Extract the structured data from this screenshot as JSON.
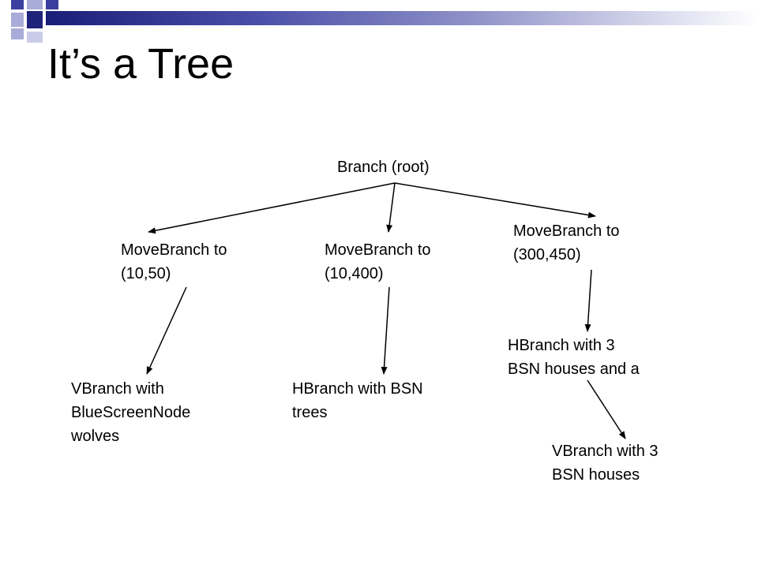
{
  "slide": {
    "title": "It’s a Tree"
  },
  "tree": {
    "root": "Branch (root)",
    "move_1": "MoveBranch to\n(10,50)",
    "move_2": "MoveBranch to\n(10,400)",
    "move_3": "MoveBranch to\n(300,450)",
    "vbranch_wolves": "VBranch with\nBlueScreenNode\nwolves",
    "hbranch_trees": "HBranch with BSN\ntrees",
    "hbranch_houses": "HBranch with 3\nBSN houses and a",
    "vbranch_houses": "VBranch with 3\nBSN houses"
  },
  "colors": {
    "header_dark": "#1a1e78",
    "header_light": "#a9acd8",
    "text": "#000000"
  }
}
